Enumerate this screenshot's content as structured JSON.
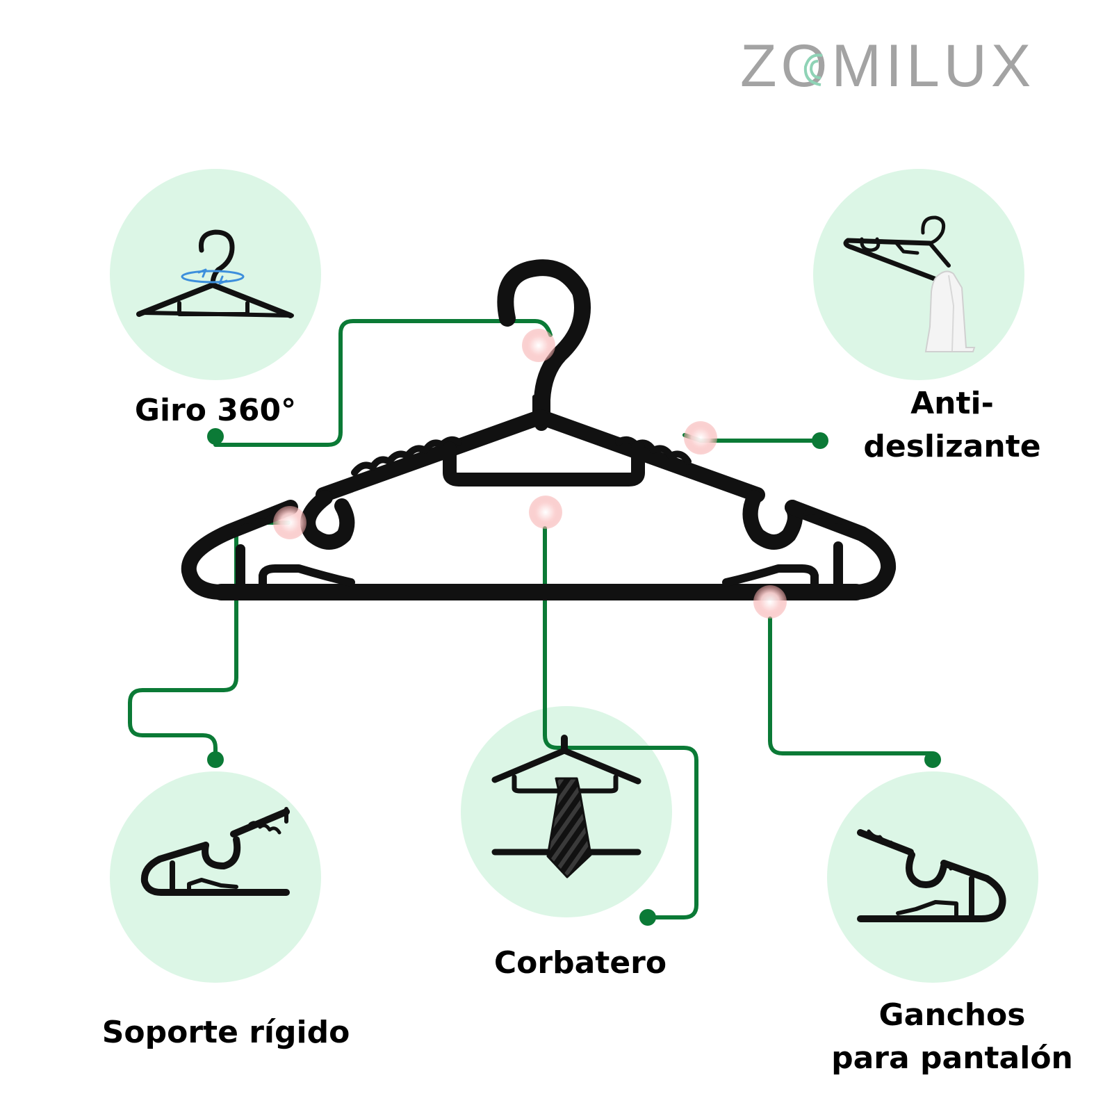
{
  "brand": {
    "logo_text": "ZOMILUX",
    "logo_color": "#a3a3a3",
    "logo_swirl_color": "#8fd3b6"
  },
  "colors": {
    "circle_fill": "#dcf6e6",
    "connector": "#0b7a36",
    "hanger": "#111111",
    "hotspot": "#f7b8b8",
    "tie_stripe": "#3a3a3a",
    "rotate_arrow": "#3d8fdc"
  },
  "features": {
    "giro": {
      "label_lines": [
        "Giro 360°"
      ],
      "icon": "hook-rotate-360-icon"
    },
    "anti": {
      "label_lines": [
        "Anti-",
        "deslizante"
      ],
      "icon": "hanger-with-shirt-icon"
    },
    "corbatero": {
      "label_lines": [
        "Corbatero"
      ],
      "icon": "tie-rack-icon"
    },
    "soporte": {
      "label_lines": [
        "Soporte rígido"
      ],
      "icon": "rigid-support-icon"
    },
    "ganchos": {
      "label_lines": [
        "Ganchos",
        "para pantalón"
      ],
      "icon": "pant-hook-icon"
    }
  }
}
